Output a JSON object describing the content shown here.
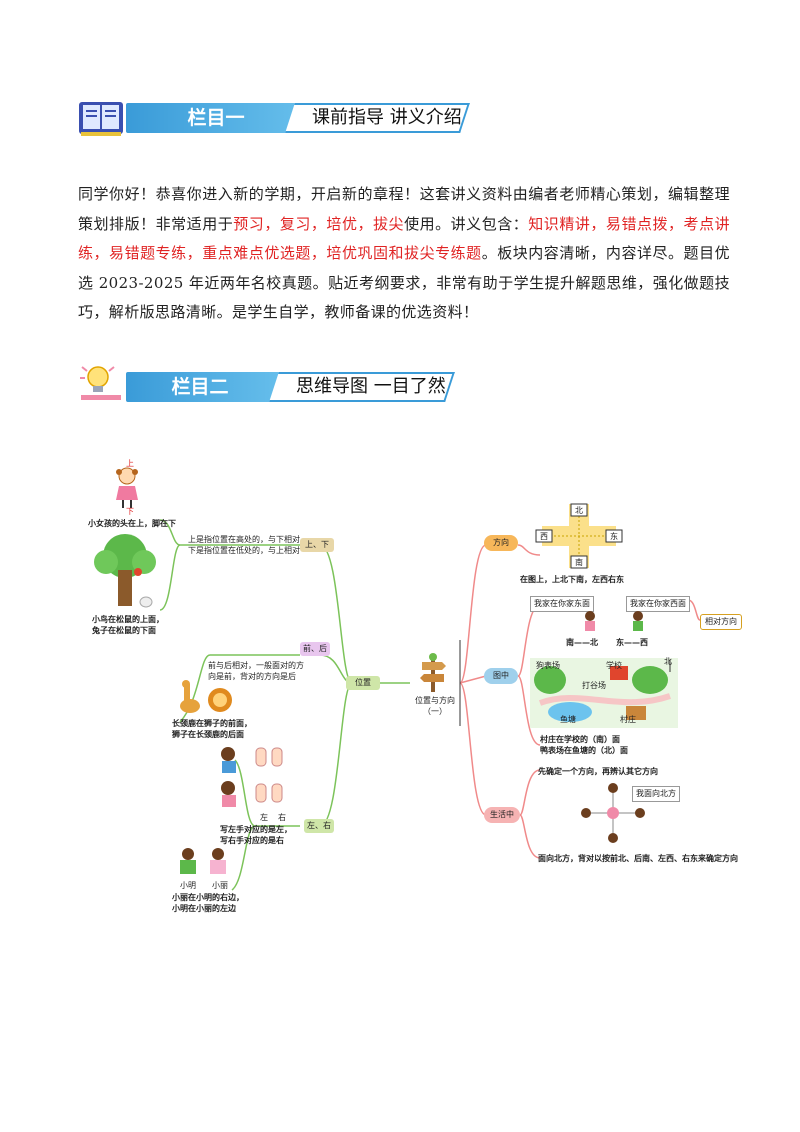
{
  "section1": {
    "number": "栏目一",
    "title": "课前指导  讲义介绍",
    "icon": "book-icon"
  },
  "intro": {
    "line1_a": "同学你好！恭喜你进入新的学期，开启新的章程！这套讲义资料由编者老师精心策划，编辑整理策划排版！非常适用于",
    "usage": "预习，复习，培优，拔尖",
    "line1_b": "使用。讲义包含：",
    "contents": "知识精讲，易错点拨，考点讲练，易错题专练，重点难点优选题，培优巩固和拔尖专练题",
    "line1_c": "。板块内容清晰，内容详尽。题目优选 2023-2025 年近两年名校真题。贴近考纲要求，非常有助于学生提升解题思维，强化做题技巧，解析版思路清晰。是学生自学，教师备课的优选资料！"
  },
  "section2": {
    "number": "栏目二",
    "title": "思维导图  一目了然",
    "icon": "lightbulb-icon"
  },
  "mindmap": {
    "root": "位置与方向\n（一）",
    "left_branch": "位置",
    "up_down": {
      "label": "上、下",
      "top_tag": "上",
      "bottom_tag": "下",
      "caption_girl": "小女孩的头在上，脚在下",
      "desc": "上是指位置在高处的，与下相对\n下是指位置在低处的，与上相对",
      "caption_tree": "小鸟在松鼠的上面，\n兔子在松鼠的下面"
    },
    "front_back": {
      "label": "前、后",
      "desc": "前与后相对，一般面对的方\n向是前，背对的方向是后",
      "caption": "长颈鹿在狮子的前面，\n狮子在长颈鹿的后面"
    },
    "left_right": {
      "label": "左、右",
      "hand_left": "左",
      "hand_right": "右",
      "desc": "写左手对应的是左，\n写右手对应的是右",
      "name_a": "小明",
      "name_b": "小丽",
      "caption": "小丽在小明的右边，\n小明在小丽的左边"
    },
    "direction": {
      "label": "方向",
      "north": "北",
      "south": "南",
      "east": "东",
      "west": "西",
      "caption": "在图上，上北下南，左西右东"
    },
    "map": {
      "label": "图中",
      "relative_label": "相对方向",
      "bubble_a": "我家在你家东面",
      "bubble_b": "我家在你家西面",
      "pair_a": "南——北",
      "pair_b": "东——西",
      "place_park": "狗表场",
      "place_school": "学校",
      "place_north": "北",
      "place_playground": "打谷场",
      "place_pond": "鱼塘",
      "place_village": "村庄",
      "caption": "村庄在学校的（南）面\n鸭表场在鱼塘的（北）面"
    },
    "life": {
      "label": "生活中",
      "top_caption": "先确定一个方向，再辨认其它方向",
      "bubble": "我面向北方",
      "bottom_caption": "面向北方，背对以按前北、后南、左西、右东来确定方向"
    },
    "colors": {
      "branch_green": "#7cc35a",
      "branch_red": "#f08a8a",
      "node_tan": "#e8d7a8",
      "node_orange": "#f7b75a",
      "node_blue": "#9fd0ec",
      "node_pink": "#f6b3b3",
      "node_green": "#cfe6a8"
    }
  }
}
